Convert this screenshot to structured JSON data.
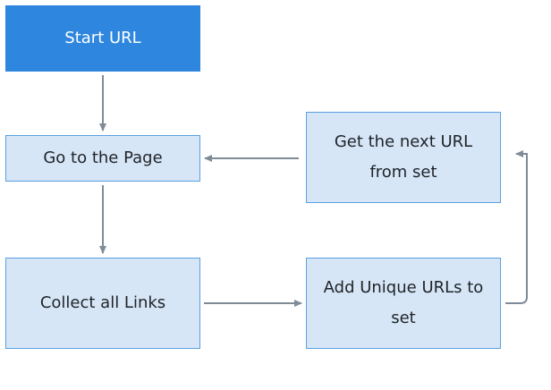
{
  "diagram": {
    "nodes": {
      "start": "Start URL",
      "go_to_page": "Go to the Page",
      "collect_links": "Collect all Links",
      "add_unique": "Add Unique URLs to\nset",
      "get_next": "Get the next URL\nfrom set"
    },
    "edge_color": "#7f8c98",
    "node_fill": "#d6e6f6",
    "node_border": "#5aa0e0",
    "start_fill": "#2e86de"
  }
}
